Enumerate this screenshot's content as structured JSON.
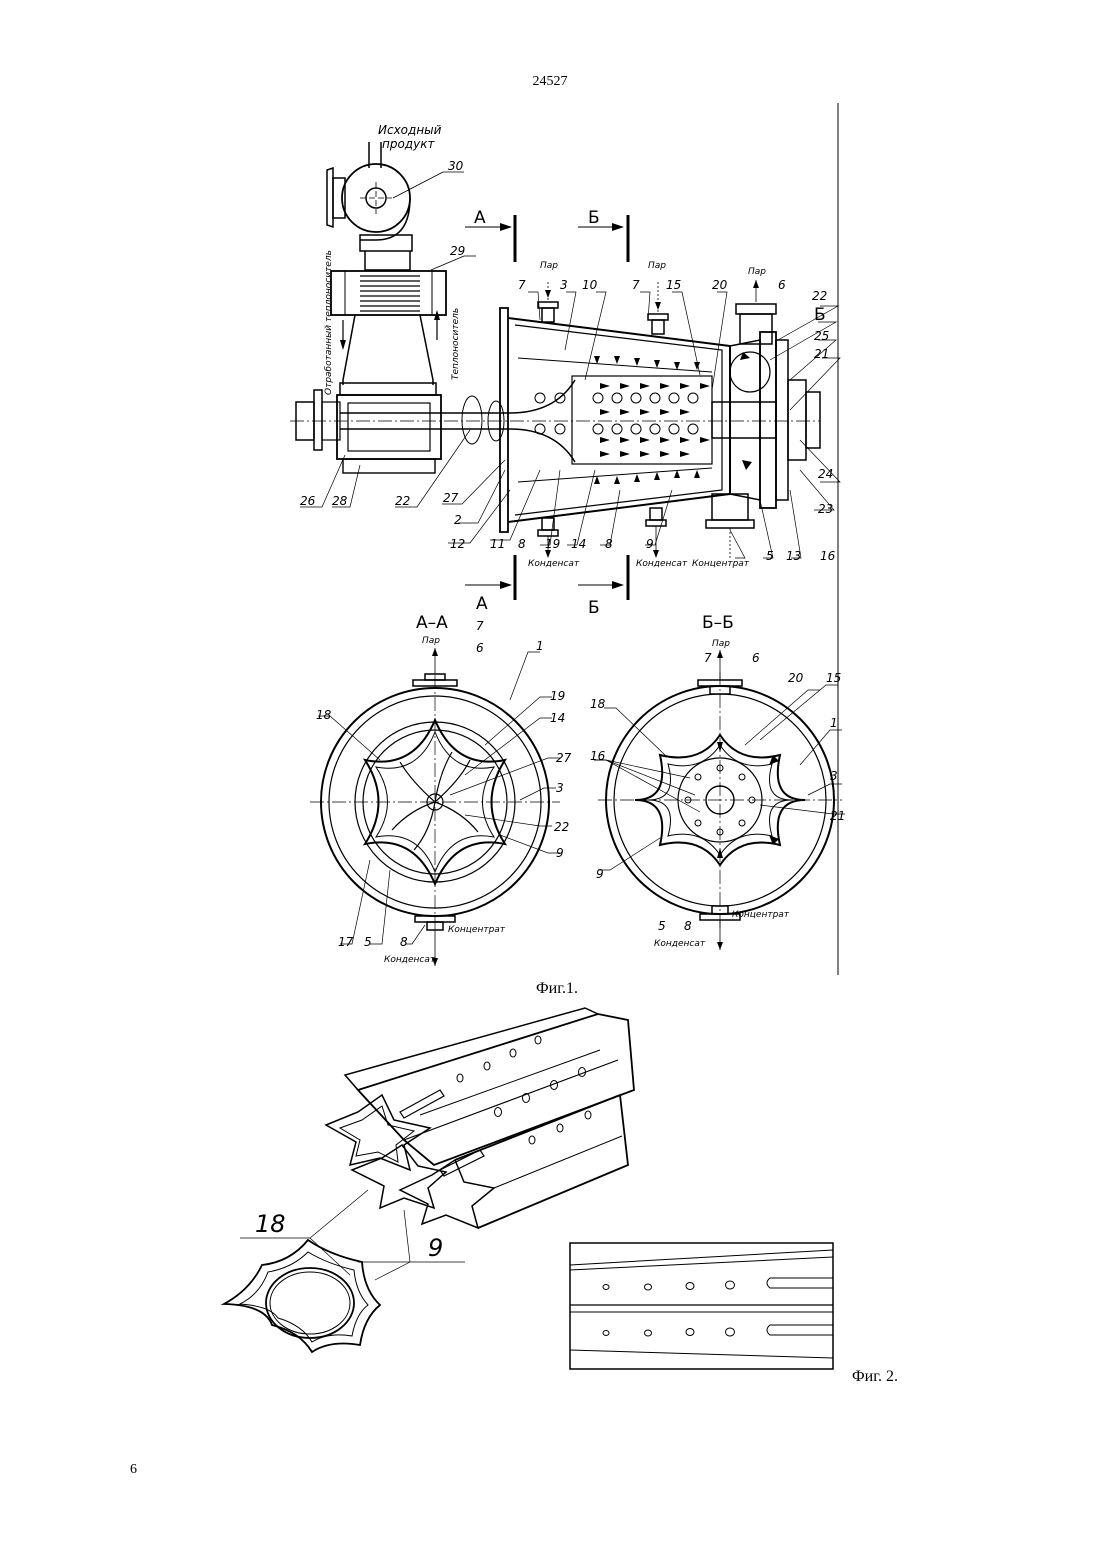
{
  "header": {
    "page_number_top": "24527"
  },
  "footer": {
    "page_number_bottom": "6"
  },
  "figure1": {
    "caption": "Фиг.1.",
    "inlet_label_line1": "Исходный",
    "inlet_label_line2": "продукт",
    "steam": "Пар",
    "condensate": "Конденсат",
    "concentrate": "Концентрат",
    "spent_coolant": "Отработанный теплоноситель",
    "coolant": "Теплоноситель",
    "section_a": "А",
    "section_b": "Б",
    "section_aa": "А–А",
    "section_bb": "Б–Б",
    "numbers": {
      "n1": "1",
      "n2": "2",
      "n3": "3",
      "n5": "5",
      "n6": "6",
      "n7": "7",
      "n8": "8",
      "n9": "9",
      "n10": "10",
      "n11": "11",
      "n12": "12",
      "n13": "13",
      "n14": "14",
      "n15": "15",
      "n16": "16",
      "n17": "17",
      "n18": "18",
      "n19": "19",
      "n20": "20",
      "n21": "21",
      "n22": "22",
      "n23": "23",
      "n24": "24",
      "n25": "25",
      "n26": "26",
      "n27": "27",
      "n28": "28",
      "n29": "29",
      "n30": "30"
    }
  },
  "figure2": {
    "caption": "Фиг. 2.",
    "label_18": "18",
    "label_9": "9"
  }
}
